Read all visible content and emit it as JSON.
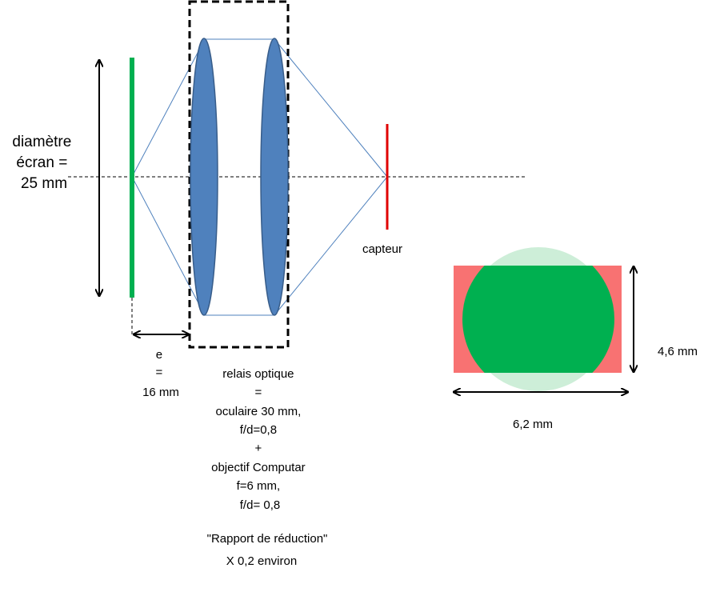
{
  "screen": {
    "label_lines": [
      "diamètre",
      "écran =",
      "25 mm"
    ]
  },
  "spacing": {
    "label_lines": [
      "e",
      "=",
      "16 mm"
    ]
  },
  "relay": {
    "label_lines": [
      "relais optique",
      "=",
      "oculaire 30 mm,",
      "f/d=0,8",
      "+",
      "objectif Computar",
      "f=6 mm,",
      "f/d= 0,8"
    ]
  },
  "sensor": {
    "label": "capteur",
    "height_label": "4,6 mm",
    "width_label": "6,2 mm"
  },
  "ratio": {
    "title": "\"Rapport de réduction\"",
    "value": "X 0,2 environ"
  },
  "colors": {
    "screen": "#00b050",
    "lens_fill": "#4f81bd",
    "lens_stroke": "#385d8a",
    "sensor": "#e00000",
    "sensor_rect": "#f87272",
    "image_circle_outer": "#cdeed8",
    "image_circle_inner": "#00b050",
    "rays": "#4f81bd"
  }
}
